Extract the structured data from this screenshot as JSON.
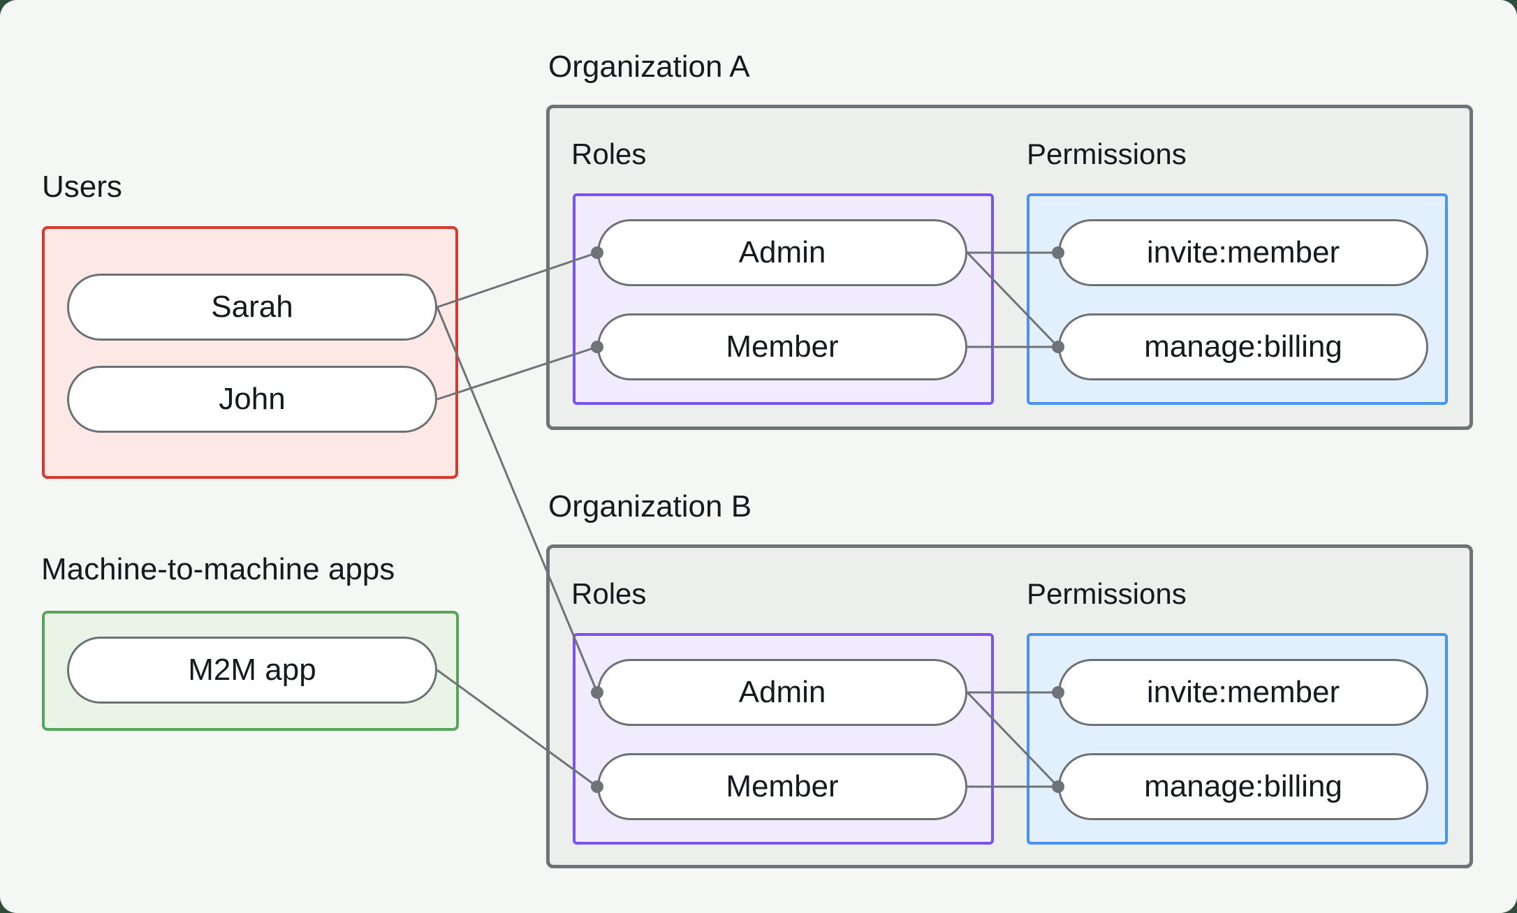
{
  "colors": {
    "outer_background": "#2F4E3C",
    "canvas_background": "#F5F7F5",
    "org_box_fill": "#EDEFEC",
    "org_box_border": "#6E7377",
    "users_fill": "#FCE9E6",
    "users_border": "#D8382E",
    "m2m_fill": "#E9F4E7",
    "m2m_border": "#57A55B",
    "roles_fill": "#F1ECFD",
    "roles_border": "#7A52F4",
    "permissions_fill": "#E2EFFC",
    "permissions_border": "#4793F4",
    "pill_fill": "#FFFFFF",
    "pill_border": "#6C7175",
    "connector": "#6E7377",
    "text": "#16191D"
  },
  "users": {
    "label": "Users",
    "items": [
      "Sarah",
      "John"
    ]
  },
  "m2m": {
    "label": "Machine-to-machine apps",
    "items": [
      "M2M app"
    ]
  },
  "orgA": {
    "title": "Organization A",
    "roles_label": "Roles",
    "permissions_label": "Permissions",
    "roles": [
      "Admin",
      "Member"
    ],
    "permissions": [
      "invite:member",
      "manage:billing"
    ]
  },
  "orgB": {
    "title": "Organization B",
    "roles_label": "Roles",
    "permissions_label": "Permissions",
    "roles": [
      "Admin",
      "Member"
    ],
    "permissions": [
      "invite:member",
      "manage:billing"
    ]
  },
  "edges": [
    {
      "from": "sarah",
      "to": "orgA.admin"
    },
    {
      "from": "sarah",
      "to": "orgB.admin"
    },
    {
      "from": "john",
      "to": "orgA.member"
    },
    {
      "from": "m2m",
      "to": "orgB.member"
    },
    {
      "from": "orgA.admin",
      "to": "orgA.invite"
    },
    {
      "from": "orgA.admin",
      "to": "orgA.manage"
    },
    {
      "from": "orgA.member",
      "to": "orgA.manage"
    },
    {
      "from": "orgB.admin",
      "to": "orgB.invite"
    },
    {
      "from": "orgB.admin",
      "to": "orgB.manage"
    },
    {
      "from": "orgB.member",
      "to": "orgB.manage"
    }
  ]
}
